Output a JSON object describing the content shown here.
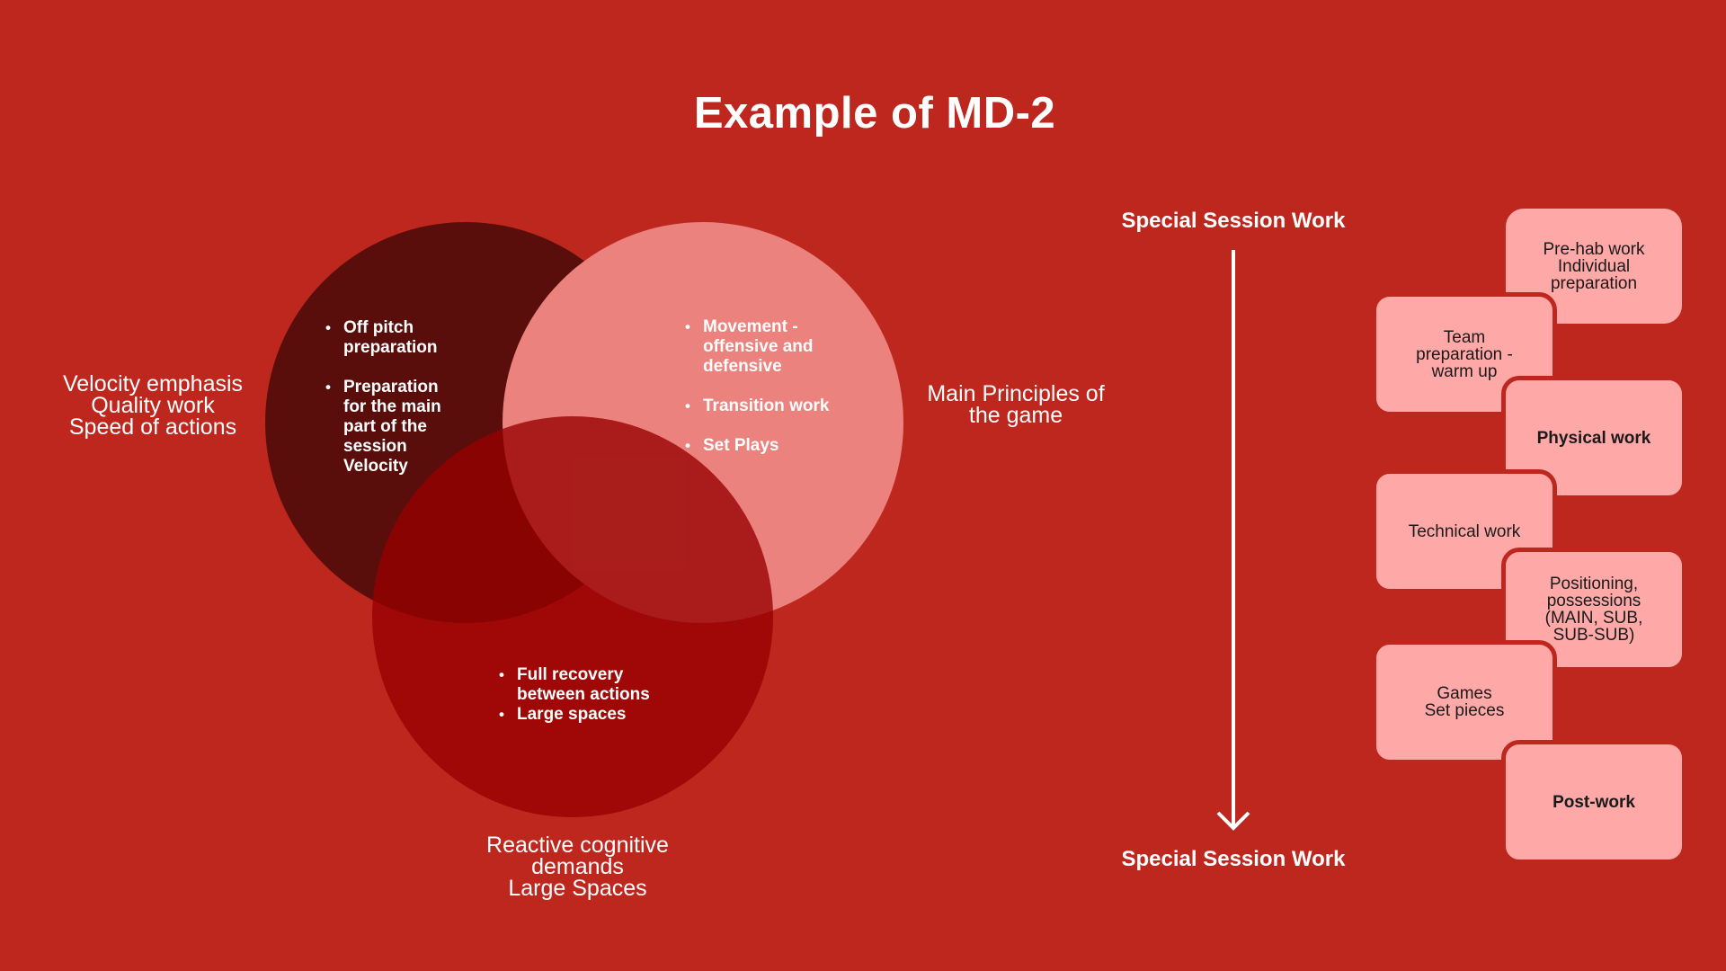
{
  "title": "Example of MD-2",
  "venn": {
    "left_label": "Velocity emphasis\nQuality work\nSpeed of actions",
    "right_label": "Main Principles of\nthe game",
    "bottom_label": "Reactive cognitive\ndemands\nLarge Spaces",
    "left_bullets": [
      "Off pitch preparation",
      "Preparation for the main part of the session Velocity"
    ],
    "right_bullets": [
      "Movement - offensive and defensive",
      "Transition work",
      "Set Plays"
    ],
    "bottom_bullets": [
      "Full recovery between actions",
      "Large spaces"
    ],
    "colors": {
      "background": "#bd271e",
      "left_circle": "#5a0e0b",
      "right_circle": "#ec827d",
      "bottom_circle": "#990c08"
    }
  },
  "flow": {
    "top_label": "Special Session Work",
    "bottom_label": "Special Session Work",
    "arrow_icon": "down-arrow-icon"
  },
  "cards": [
    {
      "text": "Pre-hab work\nIndividual\npreparation",
      "bold": false
    },
    {
      "text": "Team\npreparation -\nwarm up",
      "bold": false
    },
    {
      "text": "Physical work",
      "bold": true
    },
    {
      "text": "Technical work",
      "bold": false
    },
    {
      "text": "Positioning,\npossessions\n(MAIN, SUB,\nSUB-SUB)",
      "bold": false
    },
    {
      "text": "Games\nSet pieces",
      "bold": false
    },
    {
      "text": "Post-work",
      "bold": true
    }
  ]
}
